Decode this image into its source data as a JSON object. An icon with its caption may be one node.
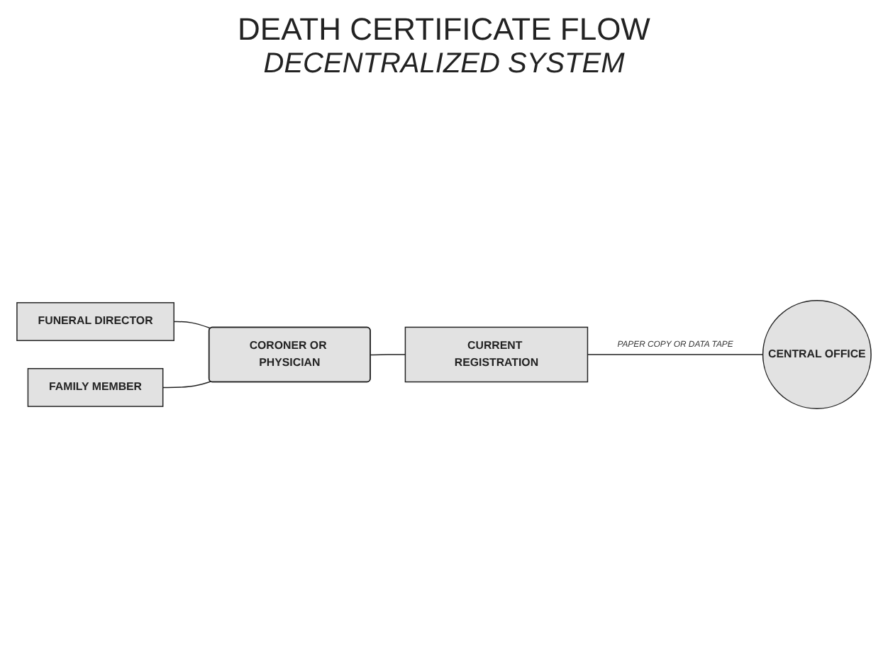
{
  "diagram": {
    "title": "DEATH CERTIFICATE FLOW",
    "nodes": [
      {
        "text": [
          "FUNERAL DIRECTOR"
        ]
      },
      {
        "text": [
          "FAMILY MEMBER"
        ]
      },
      {
        "text": [
          "CORONER OR PHYSICIAN"
        ]
      },
      {
        "text": [
          "CURRENT REGISTRATION"
        ]
      },
      {
        "text": [
          "CENTRAL OFFICE"
        ]
      }
    ],
    "edges": [
      {
        "from": 0,
        "to": 2,
        "arrow": "none"
      },
      {
        "from": 1,
        "to": 2,
        "arrow": "none"
      },
      {
        "from": 2,
        "to": 3,
        "arrow": "none"
      },
      {
        "from": 3,
        "to": 4,
        "arrow": "none",
        "label": "PAPER COPY OR DATA TAPE"
      }
    ],
    "labels": [
      "DECENTRALIZED SYSTEM"
    ]
  }
}
